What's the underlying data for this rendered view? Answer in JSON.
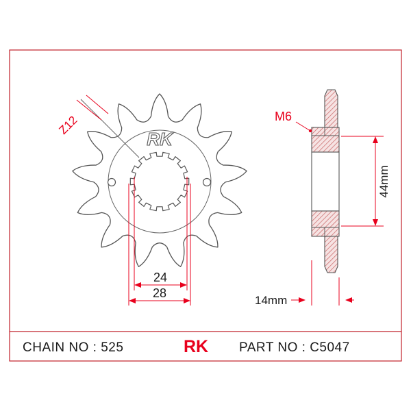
{
  "sprocket": {
    "teeth_label": "Z12",
    "logo": "RK"
  },
  "dimensions": {
    "inner": "24",
    "outer": "28",
    "thickness": "14mm",
    "height": "44mm",
    "bolt": "M6"
  },
  "footer": {
    "chain_label": "CHAIN NO : 525",
    "brand": "RK",
    "part_label": "PART NO : C5047"
  },
  "colors": {
    "frame": "#c0202a",
    "dimension": "#e8001c",
    "outline": "#555555",
    "hatch": "#c86464"
  }
}
